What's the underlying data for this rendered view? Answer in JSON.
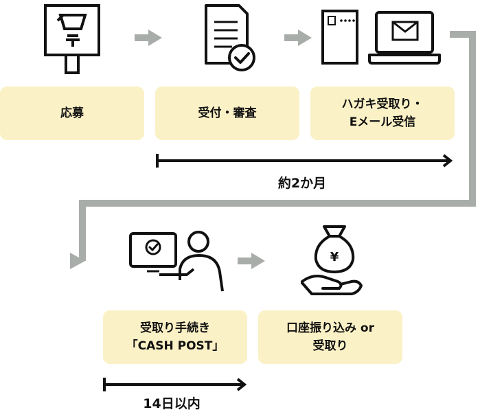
{
  "steps": [
    {
      "label": "応募",
      "icon": "postbox-icon"
    },
    {
      "label": "受付・審査",
      "icon": "document-check-icon"
    },
    {
      "label": "ハガキ受取り・\nEメール受信",
      "icon": "postcard-laptop-mail-icon"
    },
    {
      "label": "受取り手続き\n「CASH POST」",
      "icon": "person-laptop-check-icon"
    },
    {
      "label": "口座振り込み or\n受取り",
      "icon": "hand-money-bag-yen-icon"
    }
  ],
  "durations": {
    "first": "約2か月",
    "second": "14日以内"
  },
  "colors": {
    "box": "#fbf1c6",
    "connector": "#a9ada9",
    "ink": "#111111"
  }
}
